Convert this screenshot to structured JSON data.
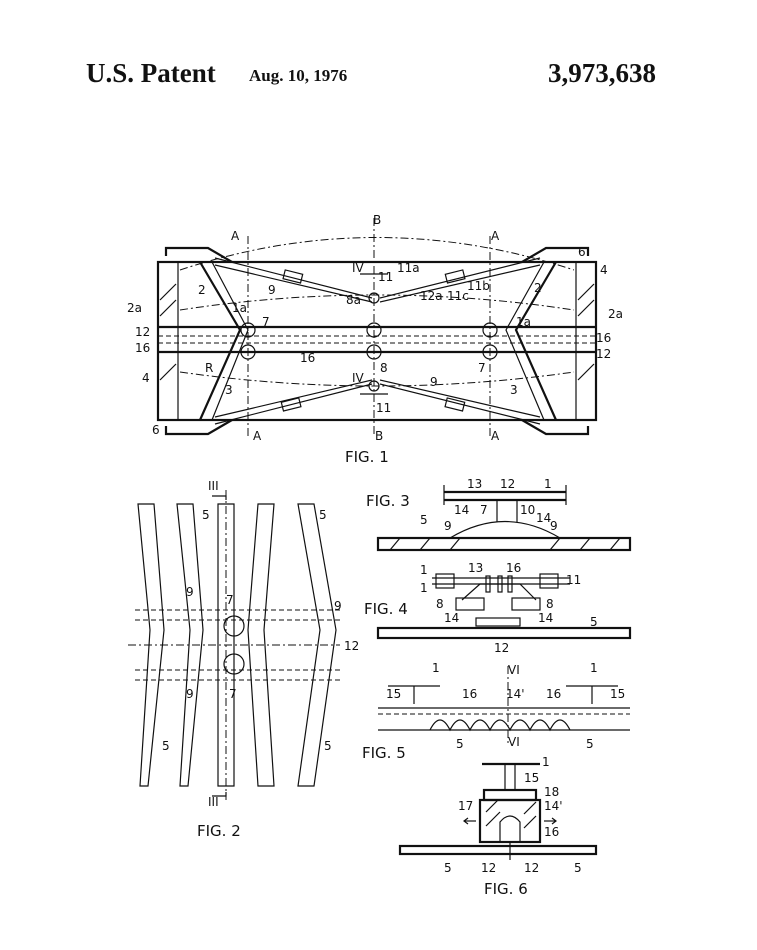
{
  "header": {
    "title": "U.S. Patent",
    "date": "Aug. 10, 1976",
    "patent_number": "3,973,638"
  },
  "fig1": {
    "caption": "FIG. 1",
    "section_a": "A",
    "section_b": "B",
    "section_iv": "IV",
    "labels": [
      "2a",
      "12",
      "16",
      "4",
      "6",
      "R",
      "2",
      "9",
      "1a",
      "7",
      "3",
      "11",
      "11a",
      "8a",
      "12a",
      "11c",
      "11b",
      "16",
      "8",
      "9",
      "2",
      "3",
      "6",
      "4",
      "2a",
      "16",
      "12",
      "1a",
      "7",
      "11"
    ]
  },
  "fig2": {
    "caption": "FIG. 2",
    "section": "III",
    "labels": [
      "5",
      "9",
      "7",
      "5",
      "9",
      "12",
      "9",
      "7",
      "5",
      "5"
    ]
  },
  "fig3": {
    "caption": "FIG. 3",
    "labels": [
      "13",
      "12",
      "1",
      "14",
      "7",
      "10",
      "14",
      "9",
      "9",
      "5"
    ]
  },
  "fig4": {
    "caption": "FIG. 4",
    "labels": [
      "1",
      "13",
      "16",
      "11",
      "1",
      "8",
      "8",
      "14",
      "14",
      "5",
      "12"
    ]
  },
  "fig5": {
    "caption": "FIG. 5",
    "section": "VI",
    "labels": [
      "1",
      "1",
      "15",
      "16",
      "14'",
      "16",
      "15",
      "5",
      "5"
    ]
  },
  "fig6": {
    "caption": "FIG. 6",
    "labels": [
      "1",
      "15",
      "18",
      "14'",
      "17",
      "16",
      "5",
      "12",
      "12",
      "5"
    ]
  }
}
